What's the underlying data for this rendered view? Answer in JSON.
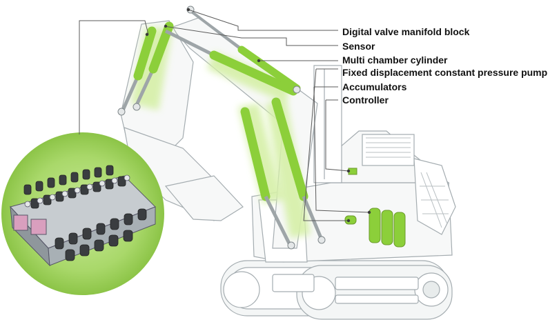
{
  "labels": {
    "manifold": "Digital valve manifold block",
    "sensor": "Sensor",
    "cylinder": "Multi chamber cylinder",
    "pump": "Fixed displacement constant pressure pump",
    "accumulators": "Accumulators",
    "controller": "Controller"
  },
  "colors": {
    "hydraulic_green": "#8ccf3a",
    "glow": "#d6f0a8",
    "outline": "#9aa3a8",
    "leader": "#5a5a5a"
  },
  "icons": {
    "manifold_close_up": "valve-manifold-icon"
  }
}
